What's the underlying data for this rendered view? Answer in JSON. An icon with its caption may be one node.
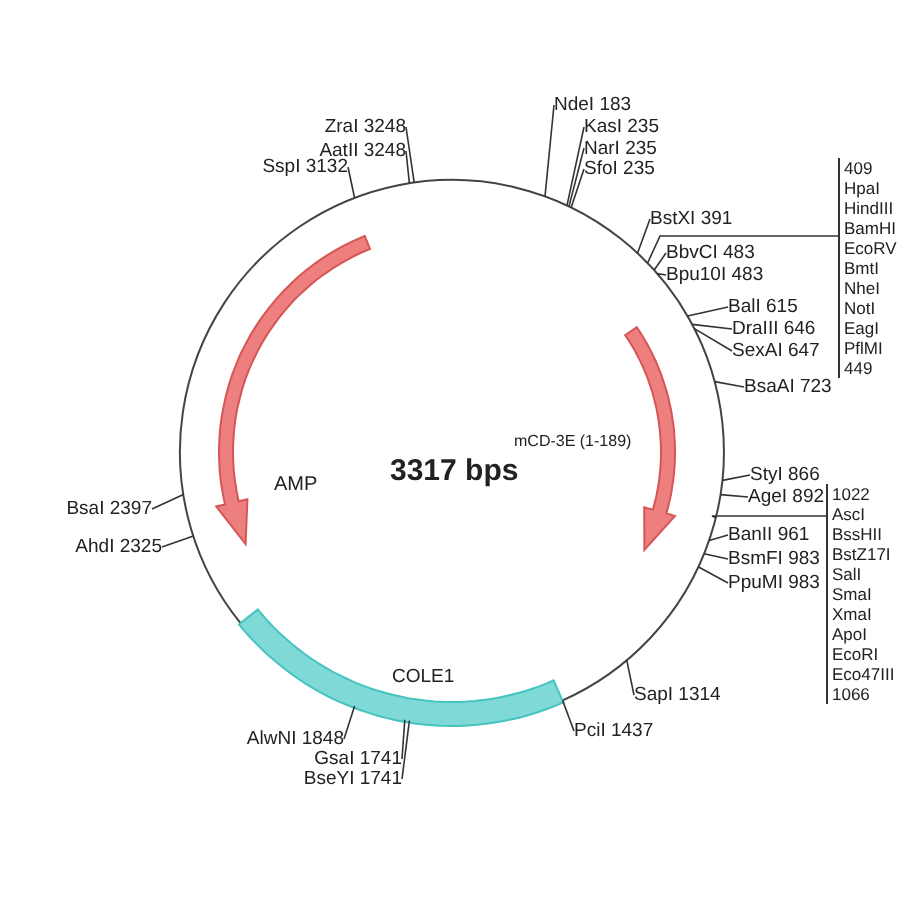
{
  "diagram": {
    "nodes": [
      {
        "text": [],
        "shape": "circle"
      },
      {
        "text": [
          "ZraI 3248"
        ]
      },
      {
        "text": [
          "AatII 3248"
        ]
      },
      {
        "text": [
          "SspI 3132"
        ]
      },
      {
        "text": [
          "NdeI 183"
        ]
      },
      {
        "text": [
          "KasI 235"
        ]
      },
      {
        "text": [
          "NarI 235"
        ]
      },
      {
        "text": [
          "SfoI 235"
        ]
      },
      {
        "text": [
          "409",
          "HpaI",
          "HindIII",
          "BamHI",
          "EcoRV",
          "BmtI",
          "NheI",
          "NotI",
          "EagI",
          "PflMI",
          "449"
        ]
      },
      {
        "text": [
          "BstXI 391"
        ]
      },
      {
        "text": [
          "BbvCI 483"
        ]
      },
      {
        "text": [
          "Bpu10I 483"
        ]
      },
      {
        "text": [
          "BalI 615"
        ]
      },
      {
        "text": [
          "DraIII 646"
        ]
      },
      {
        "text": [
          "SexAI 647"
        ]
      },
      {
        "text": [
          "BsaAI 723"
        ]
      },
      {
        "text": [
          "StyI 866"
        ]
      },
      {
        "text": [
          "AgeI 892"
        ]
      },
      {
        "text": [
          "1022",
          "AscI",
          "BssHII",
          "BstZ17I",
          "SalI",
          "SmaI",
          "XmaI",
          "ApoI",
          "EcoRI",
          "Eco47III",
          "1066"
        ]
      },
      {
        "text": [
          "BanII 961"
        ]
      },
      {
        "text": [
          "BsmFI 983"
        ]
      },
      {
        "text": [
          "PpuMI 983"
        ]
      },
      {
        "text": [
          "SapI 1314"
        ]
      },
      {
        "text": [
          "PciI 1437"
        ]
      },
      {
        "text": [
          "AlwNI 1848"
        ]
      },
      {
        "text": [
          "GsaI 1741"
        ]
      },
      {
        "text": [
          "BseYI 1741"
        ]
      },
      {
        "text": [
          "BsaI 2397"
        ]
      },
      {
        "text": [
          "AhdI 2325"
        ]
      }
    ],
    "edges": [
      {
        "from": 1,
        "to": 0,
        "arrow": "none"
      },
      {
        "from": 2,
        "to": 0,
        "arrow": "none"
      },
      {
        "from": 3,
        "to": 0,
        "arrow": "none"
      },
      {
        "from": 4,
        "to": 0,
        "arrow": "none"
      },
      {
        "from": 5,
        "to": 0,
        "arrow": "none"
      },
      {
        "from": 6,
        "to": 0,
        "arrow": "none"
      },
      {
        "from": 7,
        "to": 0,
        "arrow": "none"
      },
      {
        "from": 8,
        "to": 0,
        "arrow": "none"
      },
      {
        "from": 9,
        "to": 0,
        "arrow": "none"
      },
      {
        "from": 10,
        "to": 0,
        "arrow": "none"
      },
      {
        "from": 11,
        "to": 0,
        "arrow": "none"
      },
      {
        "from": 12,
        "to": 0,
        "arrow": "none"
      },
      {
        "from": 13,
        "to": 0,
        "arrow": "none"
      },
      {
        "from": 14,
        "to": 0,
        "arrow": "none"
      },
      {
        "from": 15,
        "to": 0,
        "arrow": "none"
      },
      {
        "from": 16,
        "to": 0,
        "arrow": "none"
      },
      {
        "from": 17,
        "to": 0,
        "arrow": "none"
      },
      {
        "from": 18,
        "to": 0,
        "arrow": "none"
      },
      {
        "from": 19,
        "to": 0,
        "arrow": "none"
      },
      {
        "from": 20,
        "to": 0,
        "arrow": "none"
      },
      {
        "from": 21,
        "to": 0,
        "arrow": "none"
      },
      {
        "from": 22,
        "to": 0,
        "arrow": "none"
      },
      {
        "from": 23,
        "to": 0,
        "arrow": "none"
      },
      {
        "from": 24,
        "to": 0,
        "arrow": "none"
      },
      {
        "from": 25,
        "to": 0,
        "arrow": "none"
      },
      {
        "from": 26,
        "to": 0,
        "arrow": "none"
      },
      {
        "from": 27,
        "to": 0,
        "arrow": "none"
      },
      {
        "from": 28,
        "to": 0,
        "arrow": "none"
      }
    ],
    "labels": [
      "AMP",
      "mCD-3E (1-189)",
      "COLE1",
      "3317 bps"
    ]
  }
}
